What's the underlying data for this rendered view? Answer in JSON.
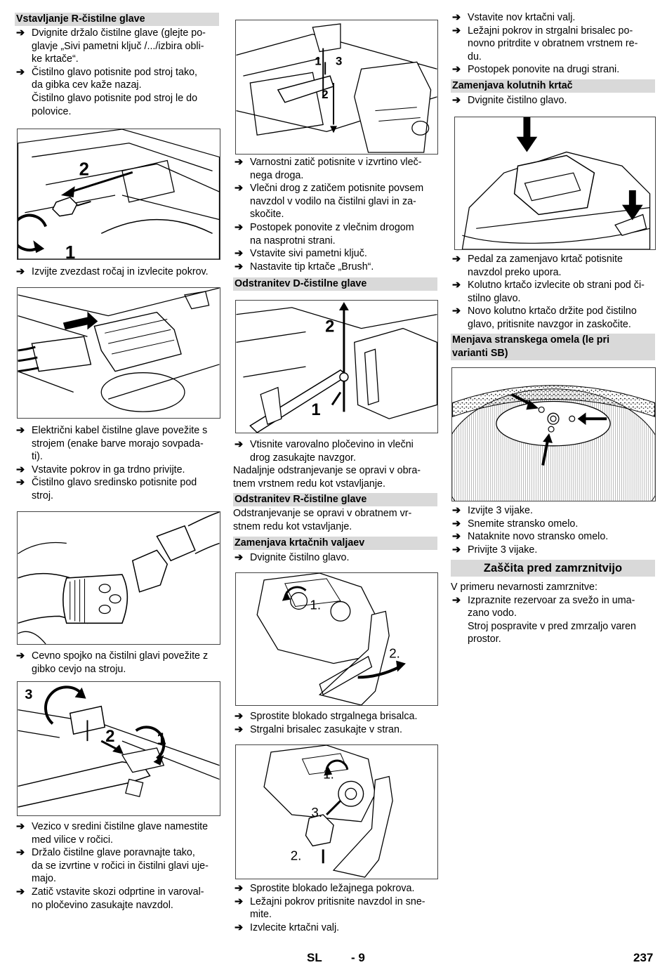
{
  "col1": {
    "head1": "Vstavljanje R-čistilne glave",
    "s1": [
      {
        "type": "arrow",
        "text": "Dvignite držalo čistilne glave (glejte po-"
      },
      {
        "type": "ind",
        "text": "glavje „Sivi pametni ključ /.../izbira obli-"
      },
      {
        "type": "ind",
        "text": "ke krtače“."
      },
      {
        "type": "arrow",
        "text": "Čistilno glavo potisnite pod stroj tako,"
      },
      {
        "type": "ind",
        "text": "da gibka cev kaže nazaj."
      },
      {
        "type": "ind",
        "text": "Čistilno glavo potisnite pod stroj le do"
      },
      {
        "type": "ind",
        "text": "polovice."
      }
    ],
    "fig1_labels": [
      "2",
      "1"
    ],
    "s2": [
      {
        "type": "arrow",
        "text": "Izvijte zvezdast ročaj in izvlecite pokrov."
      }
    ],
    "s3": [
      {
        "type": "arrow",
        "text": "Električni kabel čistilne glave povežite s"
      },
      {
        "type": "ind",
        "text": "strojem (enake barve morajo sovpada-"
      },
      {
        "type": "ind",
        "text": "ti)."
      },
      {
        "type": "arrow",
        "text": "Vstavite pokrov in ga trdno privijte."
      },
      {
        "type": "arrow",
        "text": "Čistilno glavo sredinsko potisnite pod"
      },
      {
        "type": "ind",
        "text": "stroj."
      }
    ],
    "s4": [
      {
        "type": "arrow",
        "text": "Cevno spojko na čistilni glavi povežite z"
      },
      {
        "type": "ind",
        "text": "gibko cevjo na stroju."
      }
    ],
    "fig4_labels": [
      "3",
      "2",
      "1"
    ],
    "s5": [
      {
        "type": "arrow",
        "text": "Vezico v sredini čistilne glave namestite"
      },
      {
        "type": "ind",
        "text": "med vilice v ročici."
      },
      {
        "type": "arrow",
        "text": "Držalo čistilne glave poravnajte tako,"
      },
      {
        "type": "ind",
        "text": "da se izvrtine v ročici in čistilni glavi uje-"
      },
      {
        "type": "ind",
        "text": "majo."
      },
      {
        "type": "arrow",
        "text": "Zatič vstavite skozi odprtine in varoval-"
      },
      {
        "type": "ind",
        "text": "no pločevino zasukajte navzdol."
      }
    ]
  },
  "col2": {
    "fig_top_labels": [
      "1",
      "3",
      "2"
    ],
    "s1": [
      {
        "type": "arrow",
        "text": "Varnostni zatič potisnite v izvrtino vleč-"
      },
      {
        "type": "ind",
        "text": "nega droga."
      },
      {
        "type": "arrow",
        "text": "Vlečni drog z zatičem potisnite povsem"
      },
      {
        "type": "ind",
        "text": "navzdol v vodilo na čistilni glavi in za-"
      },
      {
        "type": "ind",
        "text": "skočite."
      },
      {
        "type": "arrow",
        "text": "Postopek ponovite z vlečnim drogom"
      },
      {
        "type": "ind",
        "text": "na nasprotni strani."
      },
      {
        "type": "arrow",
        "text": "Vstavite sivi pametni ključ."
      },
      {
        "type": "arrow",
        "text": "Nastavite tip krtače „Brush“."
      }
    ],
    "head2": "Odstranitev D-čistilne glave",
    "fig2_labels": [
      "2",
      "1"
    ],
    "s2": [
      {
        "type": "arrow",
        "text": "Vtisnite varovalno pločevino in vlečni"
      },
      {
        "type": "ind",
        "text": "drog zasukajte navzgor."
      },
      {
        "type": "plain",
        "text": "Nadaljnje odstranjevanje se opravi v obra-"
      },
      {
        "type": "plain",
        "text": "tnem vrstnem redu kot vstavljanje."
      }
    ],
    "head3": "Odstranitev R-čistilne glave",
    "s3": [
      {
        "type": "plain",
        "text": "Odstranjevanje se opravi v obratnem vr-"
      },
      {
        "type": "plain",
        "text": "stnem redu kot vstavljanje."
      }
    ],
    "head4": "Zamenjava krtačnih valjaev",
    "s4": [
      {
        "type": "arrow",
        "text": "Dvignite čistilno glavo."
      }
    ],
    "fig3_labels": [
      "1.",
      "2."
    ],
    "s5": [
      {
        "type": "arrow",
        "text": "Sprostite blokado strgalnega brisalca."
      },
      {
        "type": "arrow",
        "text": "Strgalni brisalec zasukajte v stran."
      }
    ],
    "fig4_labels": [
      "1.",
      "3.",
      "2."
    ],
    "s6": [
      {
        "type": "arrow",
        "text": "Sprostite blokado ležajnega pokrova."
      },
      {
        "type": "arrow",
        "text": "Ležajni pokrov pritisnite navzdol in sne-"
      },
      {
        "type": "ind",
        "text": "mite."
      },
      {
        "type": "arrow",
        "text": "Izvlecite krtačni valj."
      }
    ]
  },
  "col3": {
    "s1": [
      {
        "type": "arrow",
        "text": "Vstavite nov krtačni valj."
      },
      {
        "type": "arrow",
        "text": "Ležajni pokrov in strgalni brisalec po-"
      },
      {
        "type": "ind",
        "text": "novno pritrdite v obratnem vrstnem re-"
      },
      {
        "type": "ind",
        "text": "du."
      },
      {
        "type": "arrow",
        "text": "Postopek ponovite na drugi strani."
      }
    ],
    "head1": "Zamenjava kolutnih krtač",
    "s2": [
      {
        "type": "arrow",
        "text": "Dvignite čistilno glavo."
      }
    ],
    "s3": [
      {
        "type": "arrow",
        "text": "Pedal za zamenjavo krtač potisnite"
      },
      {
        "type": "ind",
        "text": "navzdol preko upora."
      },
      {
        "type": "arrow",
        "text": "Kolutno krtačo izvlecite ob strani pod či-"
      },
      {
        "type": "ind",
        "text": "stilno glavo."
      },
      {
        "type": "arrow",
        "text": "Novo kolutno krtačo držite pod čistilno"
      },
      {
        "type": "ind",
        "text": "glavo, pritisnite navzgor in zaskočite."
      }
    ],
    "head2a": "Menjava stranskega omela (le pri",
    "head2b": "varianti SB)",
    "s4": [
      {
        "type": "arrow",
        "text": "Izvijte 3 vijake."
      },
      {
        "type": "arrow",
        "text": "Snemite stransko omelo."
      },
      {
        "type": "arrow",
        "text": "Nataknite novo stransko omelo."
      },
      {
        "type": "arrow",
        "text": "Privijte 3 vijake."
      }
    ],
    "bighead": "Zaščita pred zamrznitvijo",
    "s5": [
      {
        "type": "plain",
        "text": "V primeru nevarnosti zamrznitve:"
      },
      {
        "type": "arrow",
        "text": "Izpraznite rezervoar za svežo in uma-"
      },
      {
        "type": "ind",
        "text": "zano vodo."
      },
      {
        "type": "ind",
        "text": "Stroj pospravite v pred zmrzaljo varen"
      },
      {
        "type": "ind",
        "text": "prostor."
      }
    ]
  },
  "footer": {
    "lang": "SL",
    "page": "- 9",
    "number": "237"
  },
  "arrow_glyph": "➔"
}
